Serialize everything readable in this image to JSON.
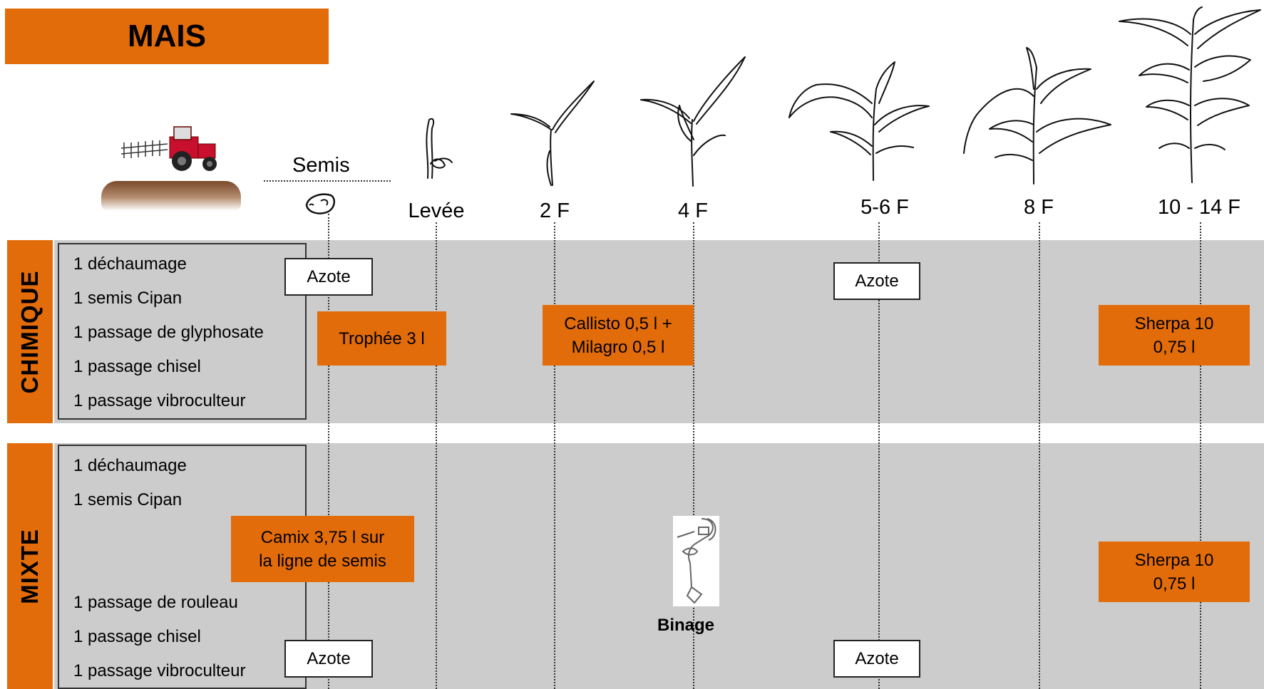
{
  "title": "MAIS",
  "accent_color": "#e36c0a",
  "band_color": "#cccccc",
  "semis_label": "Semis",
  "stages": [
    "Levée",
    "2 F",
    "4 F",
    "5-6 F",
    "8 F",
    "10 - 14 F"
  ],
  "chimique": {
    "label": "CHIMIQUE",
    "operations": [
      "1 déchaumage",
      "1 semis Cipan",
      "1 passage de glyphosate",
      "1 passage chisel",
      "1 passage vibroculteur"
    ],
    "azote_1": "Azote",
    "azote_2": "Azote",
    "treatment_1": "Trophée 3 l",
    "treatment_2_line1": "Callisto 0,5 l +",
    "treatment_2_line2": "Milagro 0,5 l",
    "treatment_3_line1": "Sherpa 10",
    "treatment_3_line2": "0,75 l"
  },
  "mixte": {
    "label": "MIXTE",
    "operations_top": [
      "1 déchaumage",
      "1 semis Cipan"
    ],
    "operations_bottom": [
      "1 passage de rouleau",
      "1 passage chisel",
      "1 passage vibroculteur"
    ],
    "treatment_1_line1": "Camix 3,75 l  sur",
    "treatment_1_line2": "la ligne de semis",
    "binage_label": "Binage",
    "treatment_2_line1": "Sherpa 10",
    "treatment_2_line2": "0,75 l",
    "azote_1": "Azote",
    "azote_2": "Azote"
  },
  "icons": [
    "tractor-icon",
    "seed-icon",
    "maize-plant-icon",
    "hoe-tool-icon"
  ]
}
